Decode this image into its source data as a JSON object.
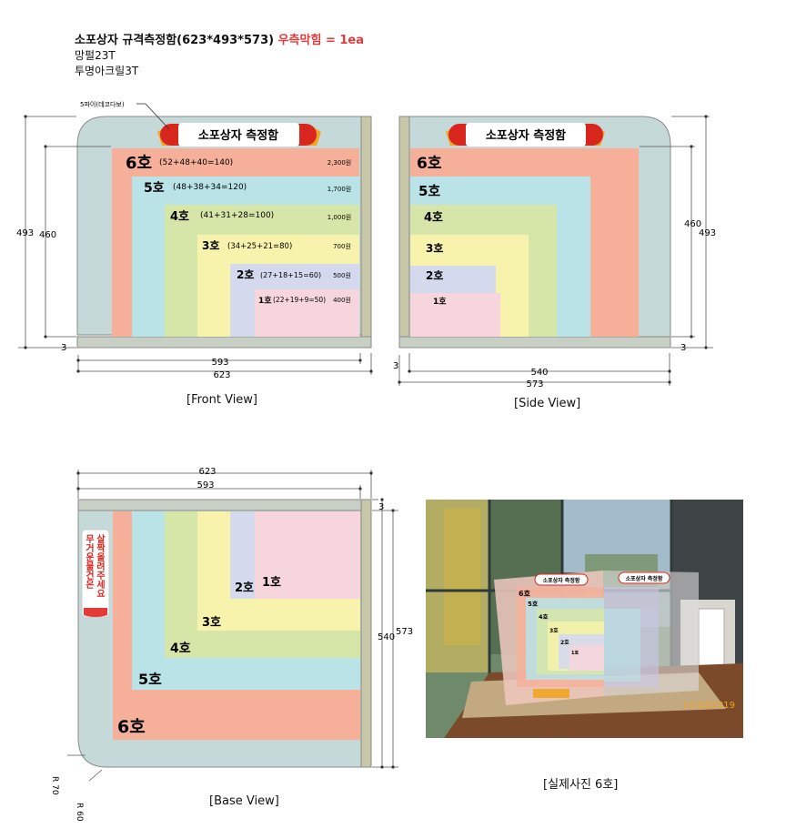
{
  "header": {
    "title_main": "소포상자 규격측정함(623*493*573)",
    "title_note": "우측막힘 = 1ea",
    "line2": "망펄23T",
    "line3": "투명아크릴3T"
  },
  "sign": {
    "text": "소포상자 측정함",
    "callout": "5파이(데코다보)"
  },
  "boxes": [
    {
      "label": "6호",
      "formula": "(52+48+40=140)",
      "price": "2,300원",
      "color": "#f6b09a"
    },
    {
      "label": "5호",
      "formula": "(48+38+34=120)",
      "price": "1,700원",
      "color": "#b9e3e6"
    },
    {
      "label": "4호",
      "formula": "(41+31+28=100)",
      "price": "1,000원",
      "color": "#d6e6a8"
    },
    {
      "label": "3호",
      "formula": "(34+25+21=80)",
      "price": "700원",
      "color": "#f7f3ac"
    },
    {
      "label": "2호",
      "formula": "(27+18+15=60)",
      "price": "500원",
      "color": "#d4d9ee"
    },
    {
      "label": "1호",
      "formula": "(22+19+9=50)",
      "price": "400원",
      "color": "#f6d5dd"
    }
  ],
  "panel_color": "#c5dad8",
  "dims": {
    "front": {
      "height_outer": "493",
      "height_inner": "460",
      "thick": "3",
      "width_inner": "593",
      "width_outer": "623"
    },
    "side": {
      "height_inner": "460",
      "height_outer": "493",
      "thick_right": "3",
      "thick_left": "3",
      "width_inner": "540",
      "width_outer": "573"
    },
    "base": {
      "width_outer": "623",
      "width_inner": "593",
      "thick": "3",
      "depth_inner": "540",
      "depth_outer": "573",
      "radius_outer": "R 70",
      "radius_inner": "R 60"
    }
  },
  "base_label": [
    "무거운물건은",
    "살짝올려주세요"
  ],
  "captions": {
    "front": "[Front View]",
    "side": "[Side View]",
    "base": "[Base View]",
    "photo": "[실제사진 6호]"
  },
  "photo": {
    "sign_left": "소포상자 측정함",
    "sign_right": "소포상자 측정함",
    "timestamp": "12/10/2019"
  }
}
